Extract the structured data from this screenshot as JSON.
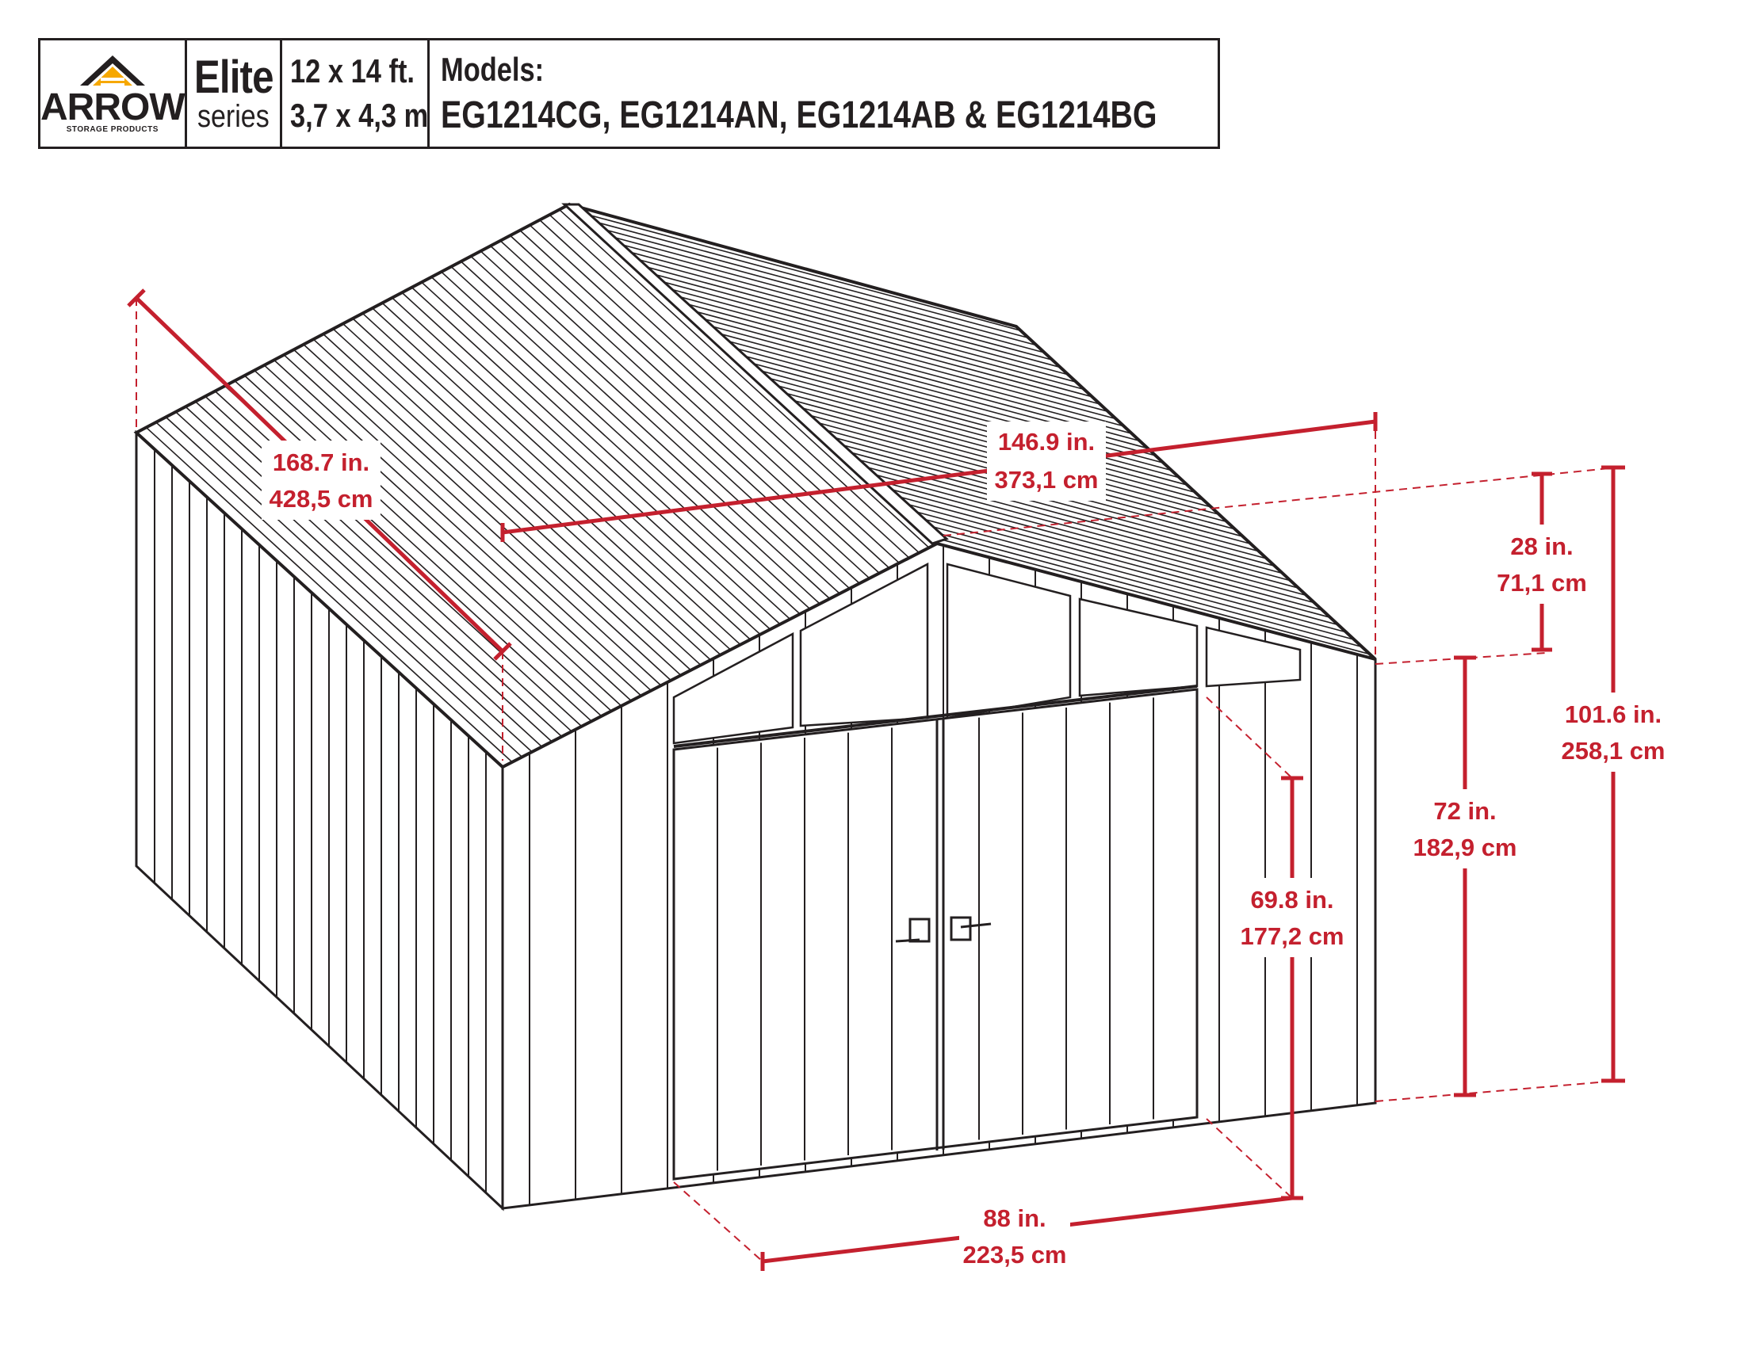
{
  "header": {
    "brand": "ARROW",
    "brand_sub": "STORAGE PRODUCTS",
    "series_name": "Elite",
    "series_word": "series",
    "size_imperial": "12 x 14 ft.",
    "size_metric": "3,7 x 4,3 m",
    "models_label": "Models:",
    "models_list": "EG1214CG, EG1214AN, EG1214AB & EG1214BG"
  },
  "dimensions": {
    "roof_depth": {
      "imperial": "168.7 in.",
      "metric": "428,5 cm"
    },
    "roof_width": {
      "imperial": "146.9 in.",
      "metric": "373,1 cm"
    },
    "gable_height": {
      "imperial": "28 in.",
      "metric": "71,1 cm"
    },
    "total_height": {
      "imperial": "101.6 in.",
      "metric": "258,1 cm"
    },
    "wall_height": {
      "imperial": "72 in.",
      "metric": "182,9 cm"
    },
    "door_height": {
      "imperial": "69.8 in.",
      "metric": "177,2 cm"
    },
    "door_width": {
      "imperial": "88 in.",
      "metric": "223,5 cm"
    }
  },
  "colors": {
    "dimension": "#c4202e",
    "outline": "#231f20",
    "logo_accent": "#f6a800"
  }
}
